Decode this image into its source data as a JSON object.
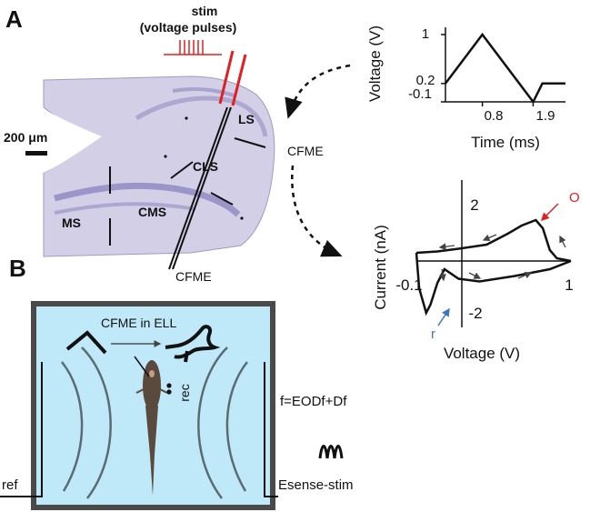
{
  "panel_a": {
    "letter": "A",
    "stim_title": "stim",
    "stim_subtitle": "(voltage pulses)",
    "scale_bar": "200  μm",
    "regions": [
      "LS",
      "CLS",
      "CMS",
      "MS"
    ],
    "electrode_label": "CFME",
    "arrow_label": "CFME"
  },
  "panel_b": {
    "letter": "B",
    "cfme_label": "CFME in ELL",
    "rec_label": "rec",
    "freq_label": "f=EODf+Df",
    "ref_label": "ref",
    "esense_label": "Esense-stim"
  },
  "chart_data": [
    {
      "type": "line",
      "name": "waveform",
      "xlabel": "Time (ms)",
      "ylabel": "Voltage (V)",
      "x_ticks": [
        "0.8",
        "1.9"
      ],
      "y_ticks": [
        "1",
        "0.2",
        "-0.1"
      ],
      "points": [
        [
          0,
          0.2
        ],
        [
          0.8,
          1.0
        ],
        [
          1.9,
          -0.1
        ],
        [
          2.1,
          0.2
        ],
        [
          2.6,
          0.2
        ]
      ]
    },
    {
      "type": "line",
      "name": "voltammogram",
      "xlabel": "Voltage (V)",
      "ylabel": "Current (nA)",
      "x_ticks": [
        "-0.1",
        "1"
      ],
      "y_ticks": [
        "2",
        "-2"
      ],
      "annotations": [
        {
          "text": "O",
          "color": "#e02020"
        },
        {
          "text": "r",
          "color": "#3a78c2"
        }
      ],
      "series": [
        {
          "points": [
            [
              -0.1,
              0.3
            ],
            [
              0.05,
              0.35
            ],
            [
              0.2,
              0.45
            ],
            [
              0.4,
              0.6
            ],
            [
              0.55,
              1.0
            ],
            [
              0.65,
              1.3
            ],
            [
              0.75,
              1.5
            ],
            [
              0.8,
              1.2
            ],
            [
              0.85,
              0.4
            ],
            [
              0.9,
              0.1
            ],
            [
              1.0,
              0.0
            ]
          ]
        },
        {
          "points": [
            [
              1.0,
              0.0
            ],
            [
              0.85,
              -0.3
            ],
            [
              0.6,
              -0.55
            ],
            [
              0.35,
              -0.75
            ],
            [
              0.2,
              -0.65
            ],
            [
              0.1,
              -0.3
            ],
            [
              0.05,
              -0.8
            ],
            [
              0.0,
              -1.6
            ],
            [
              -0.03,
              -1.9
            ],
            [
              -0.08,
              -1.0
            ],
            [
              -0.1,
              0.3
            ]
          ]
        }
      ]
    }
  ],
  "colors": {
    "stim_red": "#e02020",
    "tank_water": "#bfe8f8",
    "tank_frame": "#4a4a4a",
    "tissue": "#c8c4e0",
    "label_blue": "#3a78c2"
  }
}
